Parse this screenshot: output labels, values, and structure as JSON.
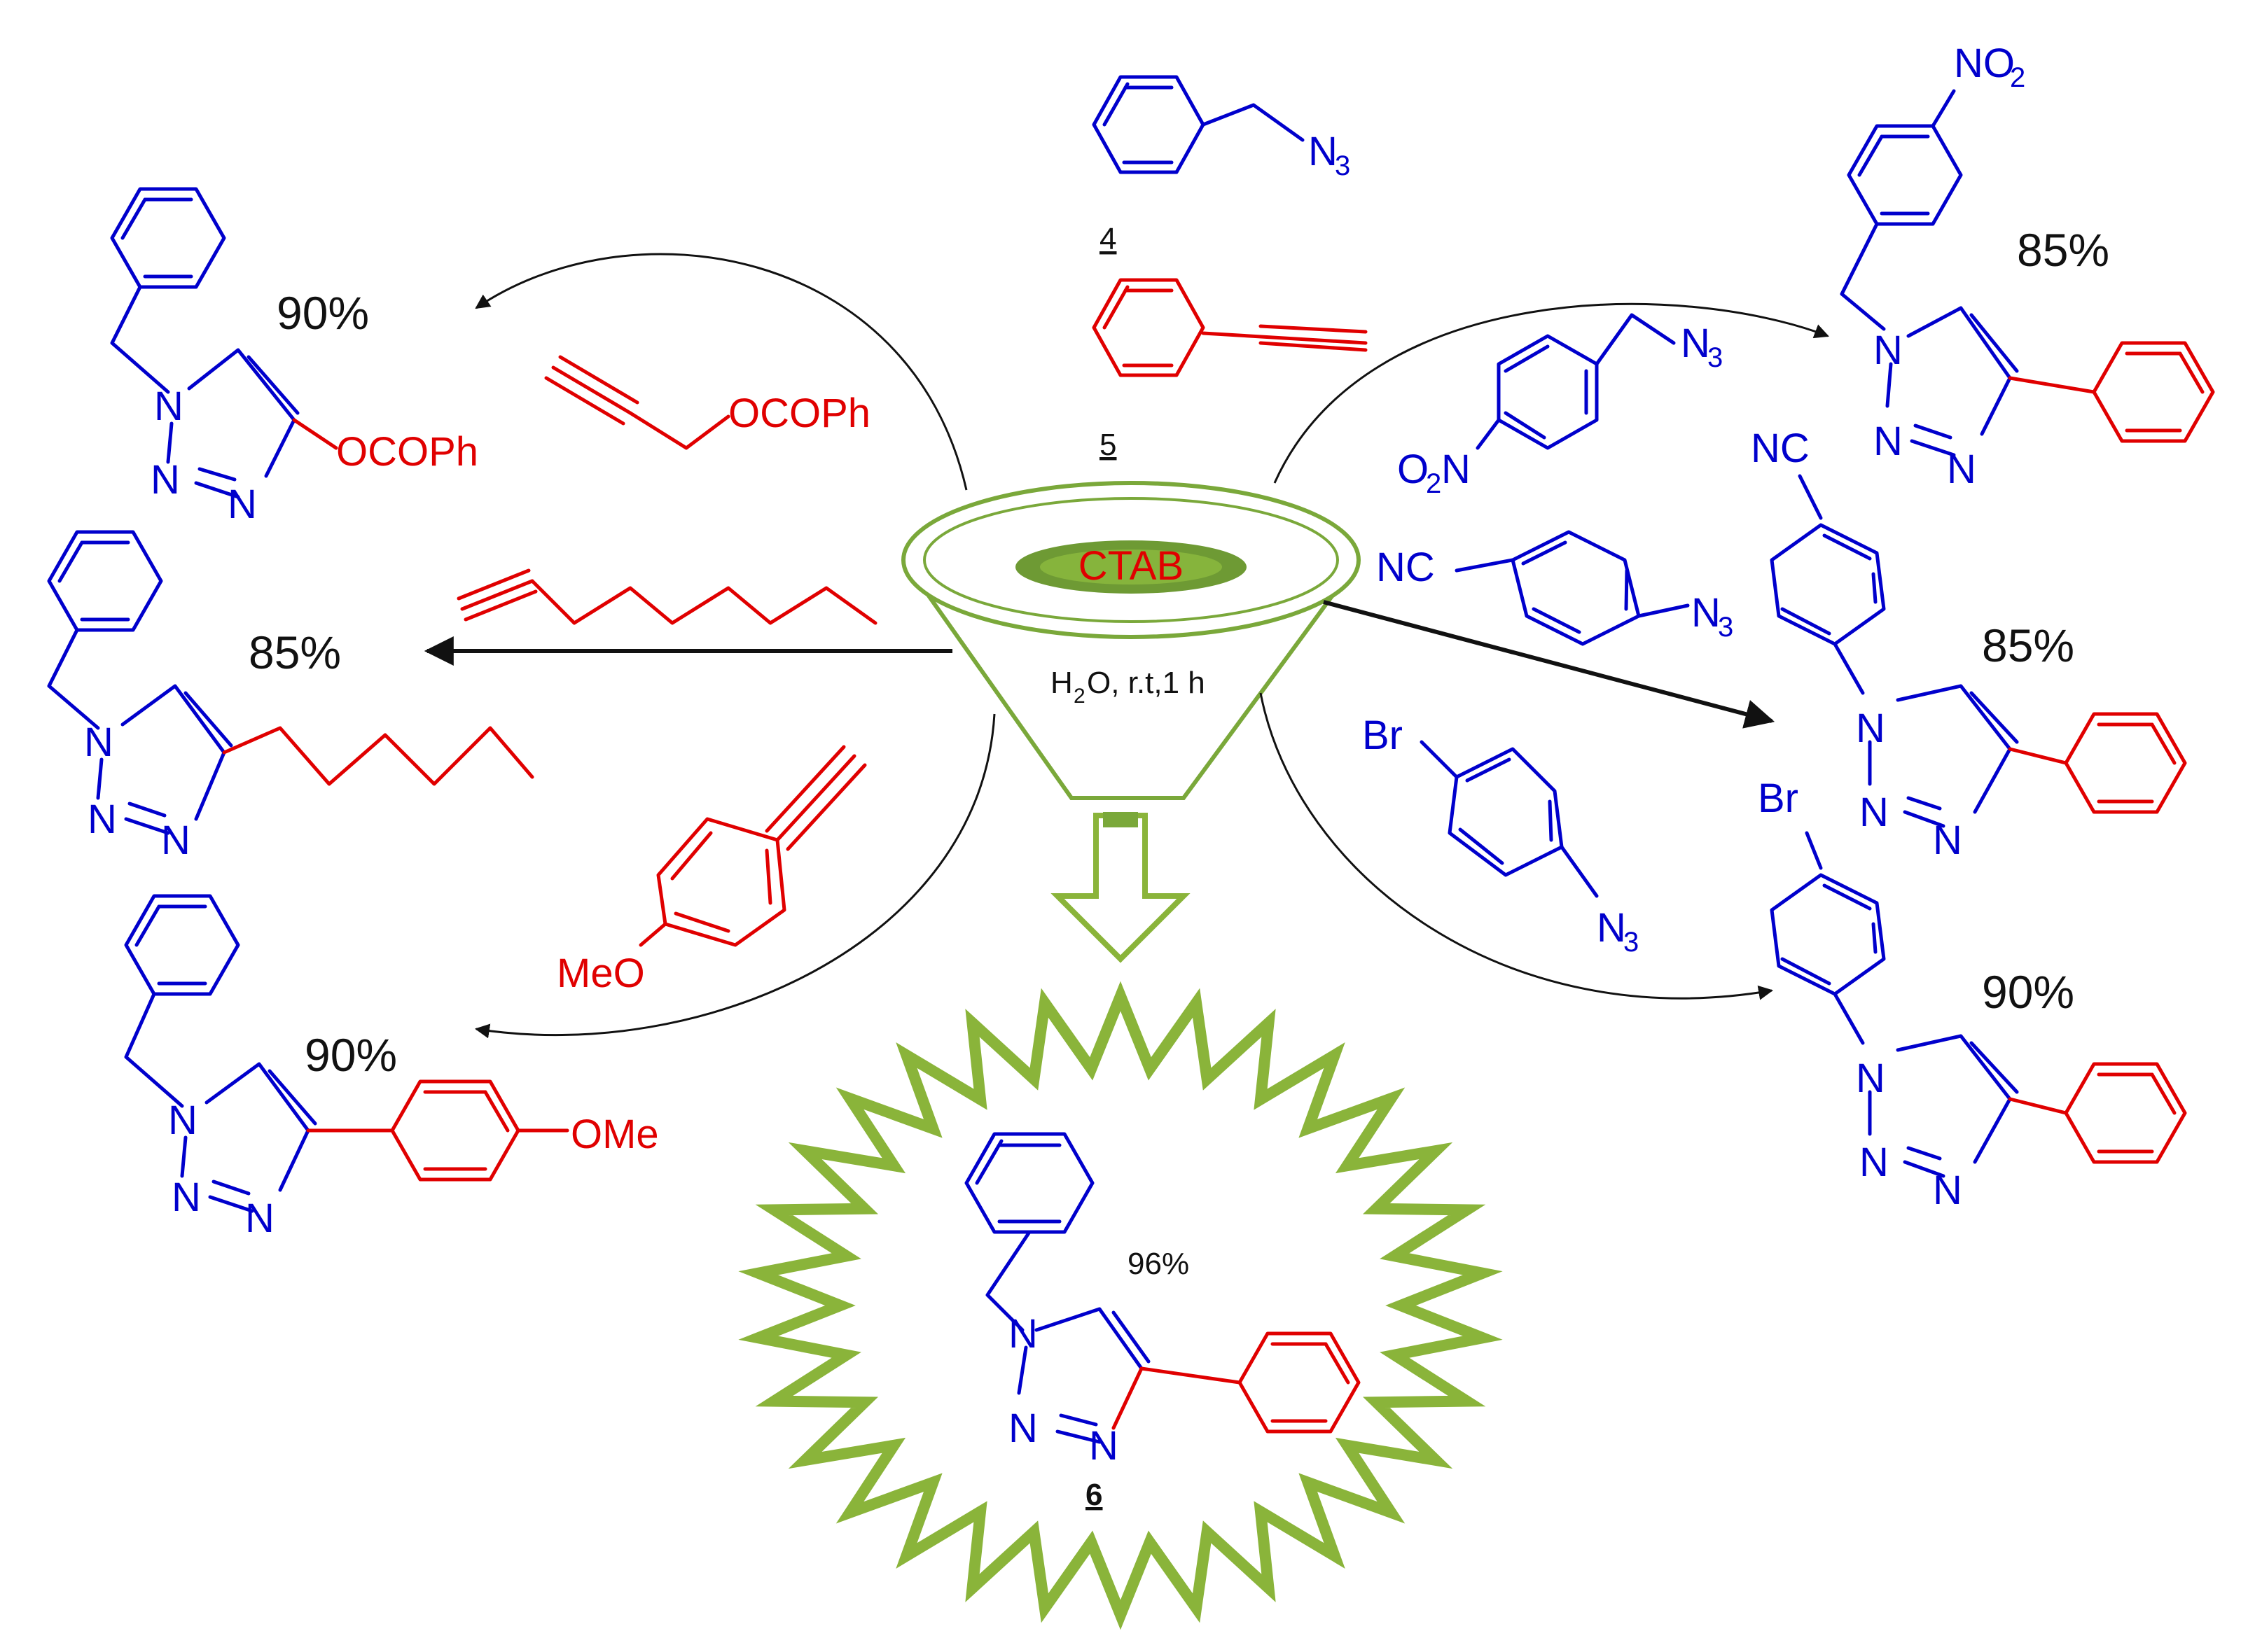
{
  "colors": {
    "azide": "#0000cc",
    "alkyne": "#e00000",
    "arrow": "#111111",
    "funnel": "#7aa83a",
    "star": "#8ab43a"
  },
  "center": {
    "catalyst": "CTAB",
    "conditions_H": "H",
    "conditions_sub": "2",
    "conditions_rest": "O, r.t,1 h",
    "reagent4_N": "N",
    "reagent4_sub": "3",
    "reagent4_label": "4",
    "reagent5_label": "5",
    "product_label": "6",
    "product_yield": "96%"
  },
  "products": {
    "p_benzoate": {
      "yield": "90%",
      "substituent": "OCOPh"
    },
    "p_hexyl": {
      "yield": "85%"
    },
    "p_methoxy": {
      "yield": "90%",
      "substituent": "OMe"
    },
    "p_nitro": {
      "yield": "85%",
      "no2_N": "NO",
      "no2_sub": "2"
    },
    "p_cyano": {
      "yield": "85%",
      "cn": "NC"
    },
    "p_bromo": {
      "yield": "90%",
      "br": "Br"
    }
  },
  "reagents": {
    "alkyne_benzoate": "OCOPh",
    "alkyne_methoxy": "MeO",
    "azide_nitro_O": "O",
    "azide_nitro_sub": "2",
    "azide_nitro_N": "N",
    "azide_cyano_nc": "NC",
    "azide_bromo_br": "Br",
    "azide_N": "N",
    "azide_sub": "3"
  },
  "triazole_atoms": {
    "N1": "N",
    "N2": "N",
    "N3": "N"
  }
}
